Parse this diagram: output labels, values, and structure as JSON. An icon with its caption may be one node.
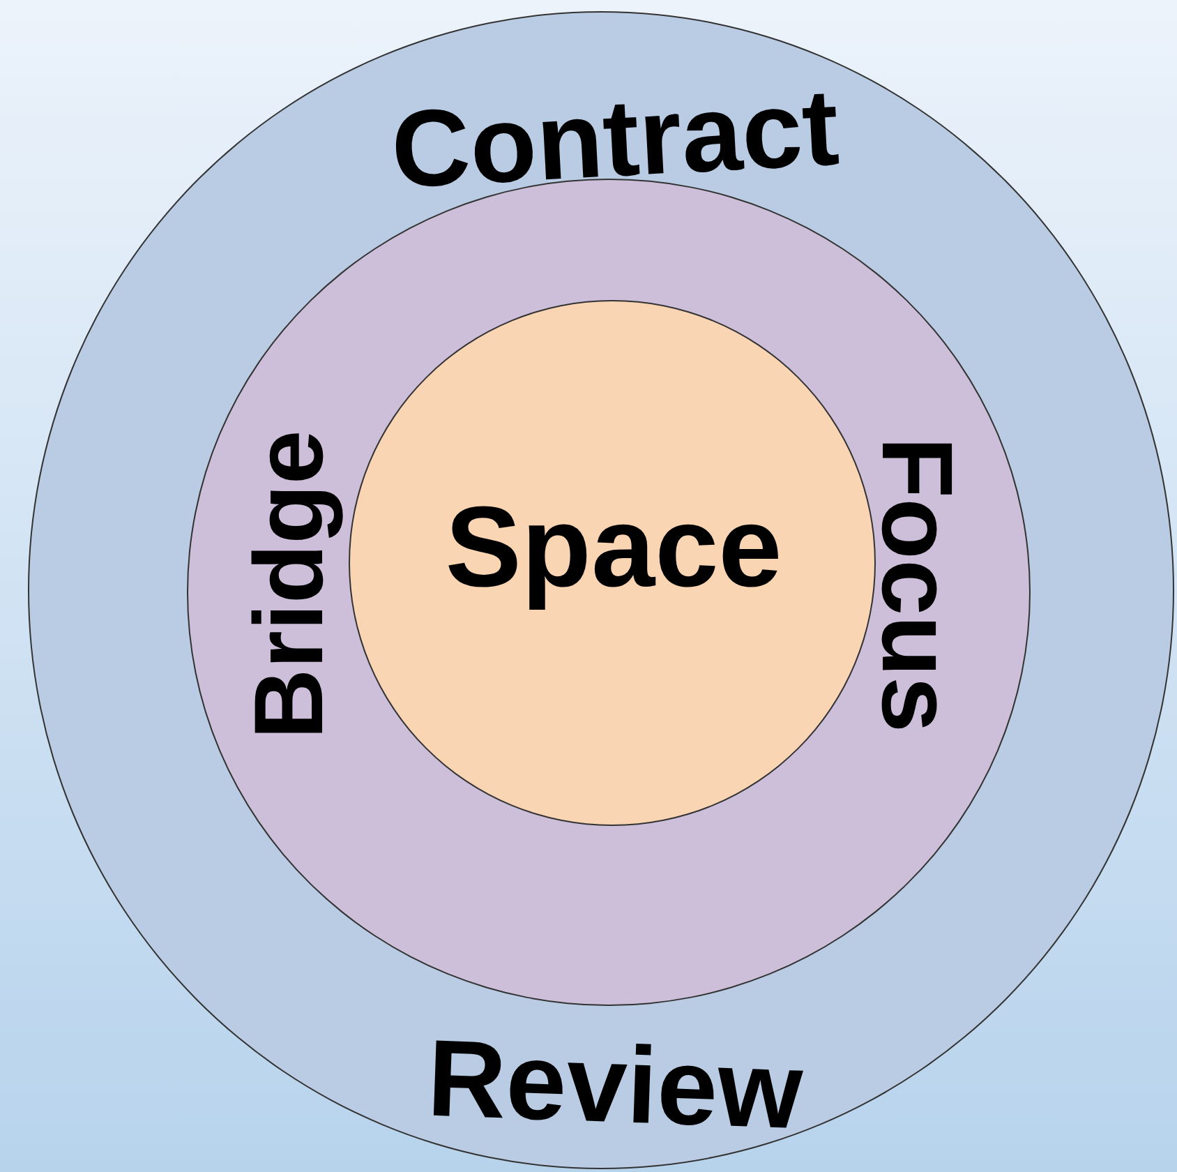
{
  "diagram": {
    "nodes": [
      {
        "text": [
          "Contract",
          "Review"
        ]
      },
      {
        "text": [
          "Bridge",
          "Focus"
        ],
        "in": 0
      },
      {
        "text": [
          "Space"
        ],
        "in": 1
      }
    ]
  }
}
